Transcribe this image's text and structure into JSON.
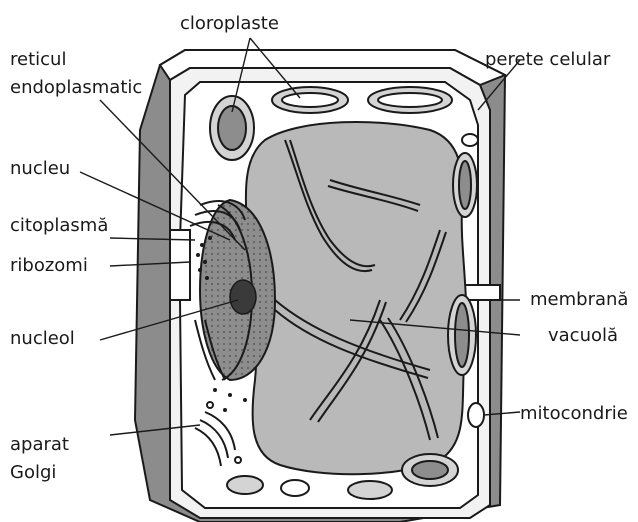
{
  "labels": {
    "cloroplaste": "cloroplaste",
    "reticul_1": "reticul",
    "reticul_2": "endoplasmatic",
    "nucleu": "nucleu",
    "citoplasma": "citoplasmă",
    "ribozomi": "ribozomi",
    "nucleol": "nucleol",
    "aparat_1": "aparat",
    "aparat_2": "Golgi",
    "perete": "perete celular",
    "membrana": "membrană",
    "vacuola": "vacuolă",
    "mitocondrie": "mitocondrie"
  },
  "colors": {
    "line": "#1a1a1a",
    "wall_outer": "#8c8c8c",
    "cytoplasm": "#ffffff",
    "vacuole": "#b9b9b9",
    "nucleus": "#9a9a9a",
    "nucleolus": "#3a3a3a",
    "organelle": "#d4d4d4"
  }
}
